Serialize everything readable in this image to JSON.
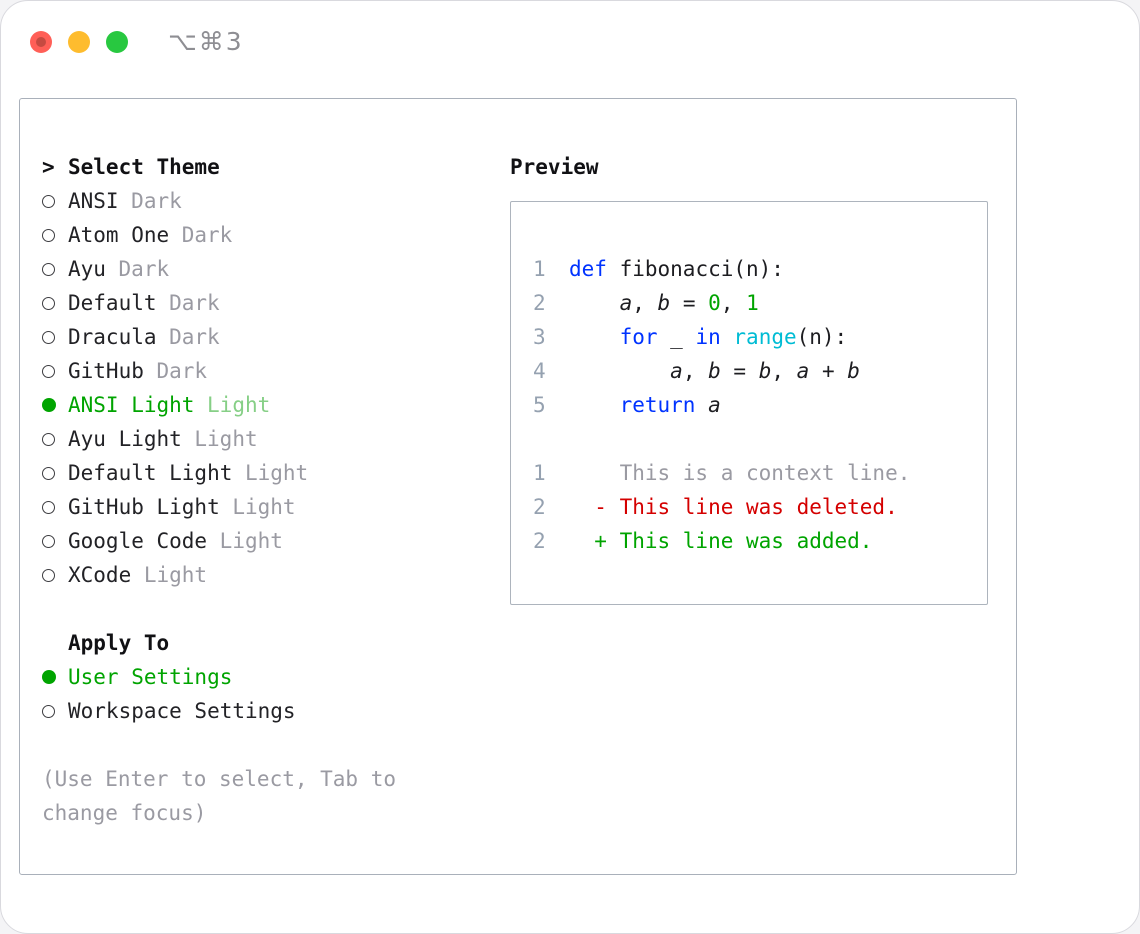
{
  "titlebar": {
    "shortcut": "⌥⌘3"
  },
  "colors": {
    "accent_green": "#00a400",
    "keyword_blue": "#0033ff",
    "builtin_cyan": "#00bcd4",
    "deleted_red": "#d40000",
    "context_gray": "#9a9aa2"
  },
  "theme_selector": {
    "prompt": ">",
    "title": "Select Theme",
    "items": [
      {
        "label": "ANSI",
        "variant": "Dark",
        "selected": false
      },
      {
        "label": "Atom One",
        "variant": "Dark",
        "selected": false
      },
      {
        "label": "Ayu",
        "variant": "Dark",
        "selected": false
      },
      {
        "label": "Default",
        "variant": "Dark",
        "selected": false
      },
      {
        "label": "Dracula",
        "variant": "Dark",
        "selected": false
      },
      {
        "label": "GitHub",
        "variant": "Dark",
        "selected": false
      },
      {
        "label": "ANSI Light",
        "variant": "Light",
        "selected": true
      },
      {
        "label": "Ayu Light",
        "variant": "Light",
        "selected": false
      },
      {
        "label": "Default Light",
        "variant": "Light",
        "selected": false
      },
      {
        "label": "GitHub Light",
        "variant": "Light",
        "selected": false
      },
      {
        "label": "Google Code",
        "variant": "Light",
        "selected": false
      },
      {
        "label": "XCode",
        "variant": "Light",
        "selected": false
      }
    ],
    "apply_to": {
      "title": "Apply To",
      "options": [
        {
          "label": "User Settings",
          "selected": true
        },
        {
          "label": "Workspace Settings",
          "selected": false
        }
      ]
    },
    "hint_lines": [
      "(Use Enter to select, Tab to",
      "change focus)"
    ]
  },
  "preview": {
    "title": "Preview",
    "lines": [
      {
        "num": "1",
        "tokens": [
          {
            "text": "def",
            "style": "keyword"
          },
          {
            "text": " fibonacci(n):",
            "style": "plain"
          }
        ]
      },
      {
        "num": "2",
        "tokens": [
          {
            "text": "    ",
            "style": "plain"
          },
          {
            "text": "a",
            "style": "variable"
          },
          {
            "text": ", ",
            "style": "plain"
          },
          {
            "text": "b",
            "style": "variable"
          },
          {
            "text": " = ",
            "style": "plain"
          },
          {
            "text": "0",
            "style": "number"
          },
          {
            "text": ", ",
            "style": "plain"
          },
          {
            "text": "1",
            "style": "number"
          }
        ]
      },
      {
        "num": "3",
        "tokens": [
          {
            "text": "    ",
            "style": "plain"
          },
          {
            "text": "for",
            "style": "keyword"
          },
          {
            "text": " _ ",
            "style": "plain"
          },
          {
            "text": "in",
            "style": "keyword"
          },
          {
            "text": " ",
            "style": "plain"
          },
          {
            "text": "range",
            "style": "builtin"
          },
          {
            "text": "(n):",
            "style": "plain"
          }
        ]
      },
      {
        "num": "4",
        "tokens": [
          {
            "text": "        ",
            "style": "plain"
          },
          {
            "text": "a",
            "style": "variable"
          },
          {
            "text": ", ",
            "style": "plain"
          },
          {
            "text": "b",
            "style": "variable"
          },
          {
            "text": " = ",
            "style": "plain"
          },
          {
            "text": "b",
            "style": "variable"
          },
          {
            "text": ", ",
            "style": "plain"
          },
          {
            "text": "a",
            "style": "variable"
          },
          {
            "text": " + ",
            "style": "plain"
          },
          {
            "text": "b",
            "style": "variable"
          }
        ]
      },
      {
        "num": "5",
        "tokens": [
          {
            "text": "    ",
            "style": "plain"
          },
          {
            "text": "return",
            "style": "keyword"
          },
          {
            "text": " ",
            "style": "plain"
          },
          {
            "text": "a",
            "style": "variable"
          }
        ]
      },
      {
        "num": "",
        "tokens": []
      },
      {
        "num": "1",
        "tokens": [
          {
            "text": "    This is a context line.",
            "style": "context"
          }
        ]
      },
      {
        "num": "2",
        "tokens": [
          {
            "text": "  - This line was deleted.",
            "style": "deleted"
          }
        ]
      },
      {
        "num": "2",
        "tokens": [
          {
            "text": "  + This line was added.",
            "style": "added"
          }
        ]
      }
    ]
  }
}
